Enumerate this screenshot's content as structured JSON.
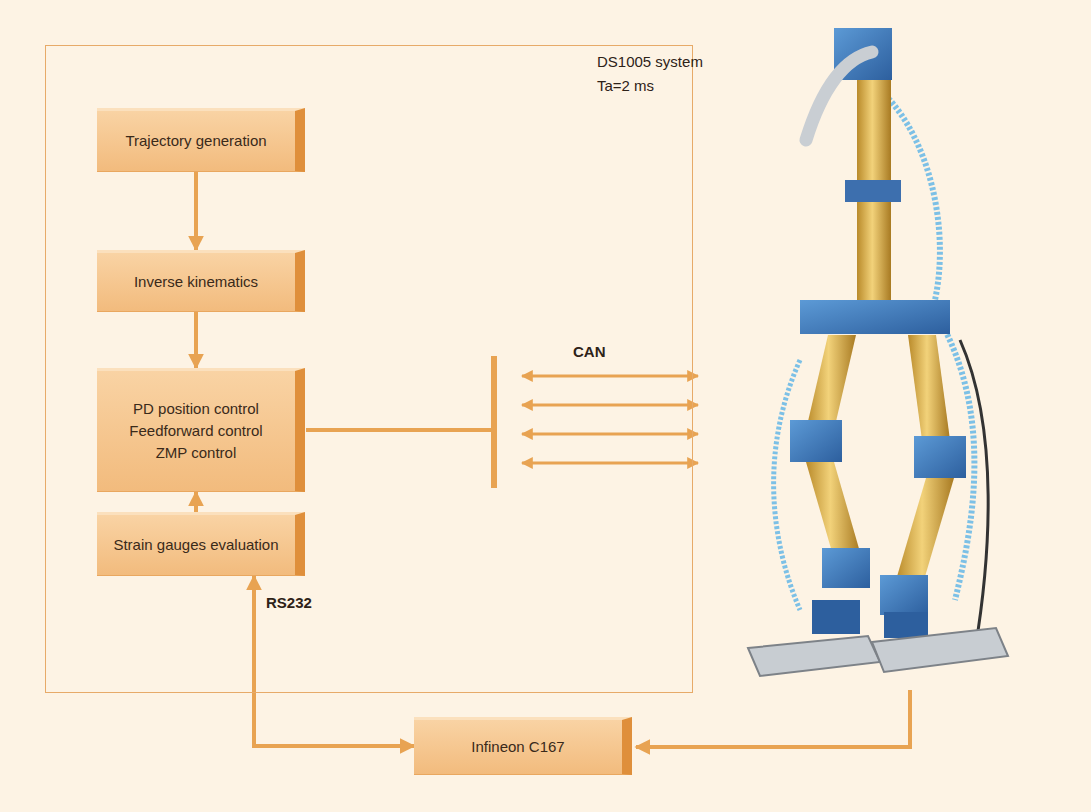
{
  "diagram": {
    "nodes": [
      {
        "text": [
          "DS1005 system",
          "Ta=2 ms"
        ]
      },
      {
        "text": [
          "Trajectory generation"
        ],
        "in": 0
      },
      {
        "text": [
          "Inverse kinematics"
        ],
        "in": 0
      },
      {
        "text": [
          "PD position control",
          "Feedforward control",
          "ZMP control"
        ],
        "in": 0
      },
      {
        "text": [
          "Strain gauges evaluation"
        ],
        "in": 0
      },
      {
        "text": [
          "Infineon C167"
        ]
      }
    ],
    "edges": [
      {
        "from": 1,
        "to": 2,
        "arrow": "to"
      },
      {
        "from": 2,
        "to": 3,
        "arrow": "to"
      },
      {
        "from": 4,
        "to": 3,
        "arrow": "to"
      },
      {
        "from": 4,
        "to": 5,
        "label": "RS232",
        "arrow": "both"
      }
    ],
    "labels": [
      "CAN"
    ]
  }
}
